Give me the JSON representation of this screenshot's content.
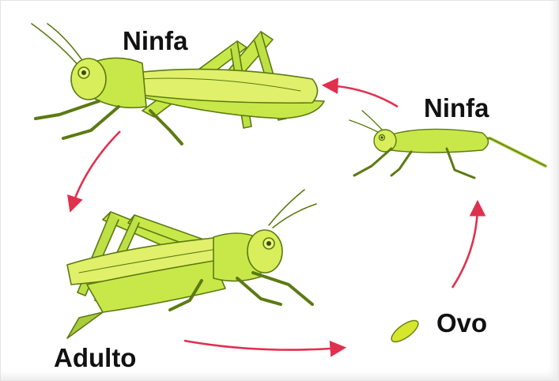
{
  "labels": {
    "nymph_top": "Ninfa",
    "nymph_right": "Ninfa",
    "egg": "Ovo",
    "adult": "Adulto"
  },
  "colors": {
    "body": "#c8e84a",
    "body_light": "#dcf26a",
    "wing": "#e0f06a",
    "outline": "#5c7a12",
    "egg": "#d6e62c",
    "arrow": "#e0304e",
    "text": "#111111"
  }
}
